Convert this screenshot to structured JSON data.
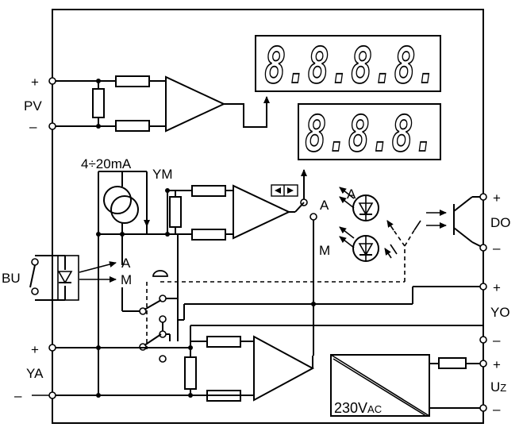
{
  "labels": {
    "pv": "PV",
    "pv_plus": "+",
    "pv_minus": "–",
    "current_range": "4÷20mA",
    "ym": "YM",
    "bu": "BU",
    "ya": "YA",
    "ya_plus": "+",
    "ya_minus": "–",
    "sw_a": "A",
    "sw_m": "M",
    "led_a": "A",
    "led_m": "M",
    "do": "DO",
    "do_plus": "+",
    "do_minus": "–",
    "yo": "YO",
    "yo_plus": "+",
    "yo_minus": "–",
    "uz": "U",
    "uz_sub": "Z",
    "uz_plus": "+",
    "uz_minus": "–",
    "psu_voltage": "230V",
    "psu_ac": "AC"
  },
  "display_top": {
    "digits": "8.8.8.8."
  },
  "display_bottom": {
    "digits": "8.8.8."
  }
}
